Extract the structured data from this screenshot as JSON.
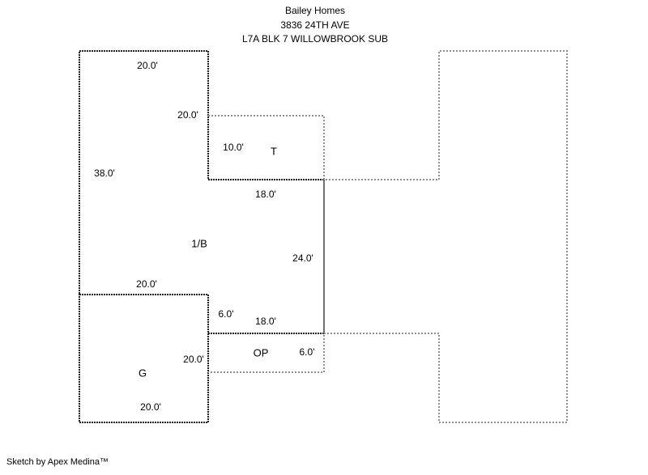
{
  "header": {
    "company": "Bailey Homes",
    "address": "3836 24TH AVE",
    "legal": "L7A BLK 7 WILLOWBROOK SUB"
  },
  "sketch": {
    "colors": {
      "wall": "#222222",
      "boundary": "#8f8f8f",
      "divider": "#707070",
      "text": "#000000",
      "background": "#ffffff"
    },
    "areas": {
      "t": "T",
      "main": "1/B",
      "garage": "G",
      "open_porch": "OP"
    },
    "dims": {
      "top_width": "20.0'",
      "east_upper": "20.0'",
      "t_height": "10.0'",
      "west_height": "38.0'",
      "t_width": "18.0'",
      "east_mid": "24.0'",
      "garage_top": "20.0'",
      "east_lower": "6.0'",
      "porch_width": "18.0'",
      "porch_height": "6.0'",
      "garage_right": "20.0'",
      "garage_bottom": "20.0'"
    }
  },
  "footer": {
    "credit": "Sketch by Apex Medina™"
  }
}
